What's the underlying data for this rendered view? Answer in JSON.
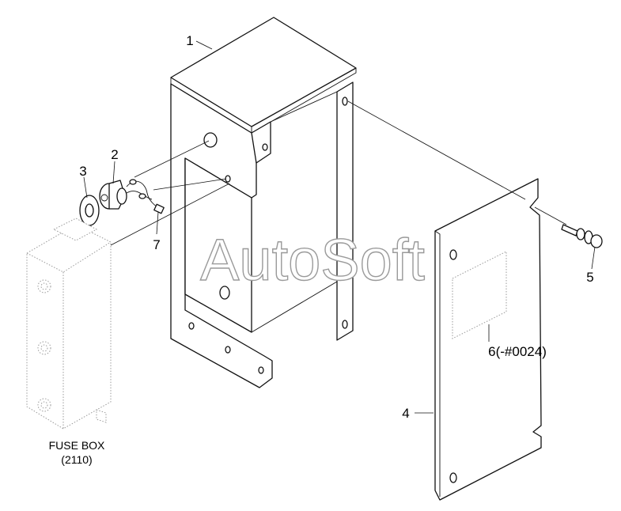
{
  "watermark": "AutoSoft",
  "callouts": {
    "p1": "1",
    "p2": "2",
    "p3": "3",
    "p4": "4",
    "p5": "5",
    "p6": "6(-#0024)",
    "p7": "7"
  },
  "fuse_box": {
    "label": "FUSE BOX",
    "code": "(2110)"
  }
}
